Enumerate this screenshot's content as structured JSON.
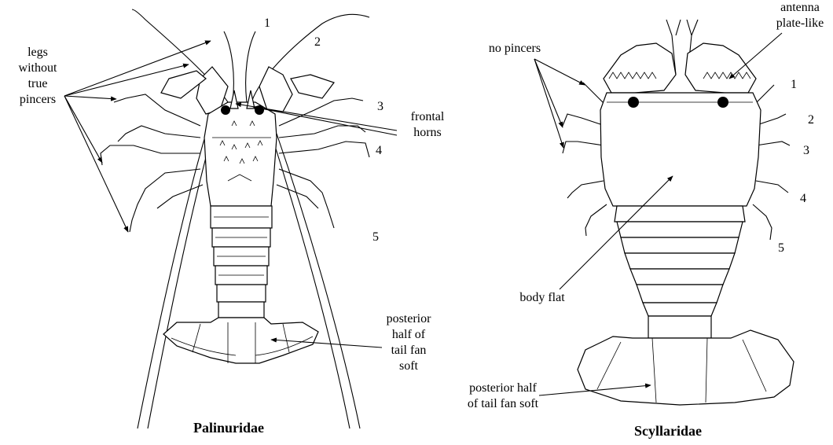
{
  "figures": [
    {
      "caption": "Palinuridae",
      "legs_label": [
        "legs",
        "without",
        "true",
        "pincers"
      ],
      "frontal_label": [
        "frontal",
        "horns"
      ],
      "tail_label": [
        "posterior",
        "half of",
        "tail fan",
        "soft"
      ],
      "leg_numbers": [
        "1",
        "2",
        "3",
        "4",
        "5"
      ]
    },
    {
      "caption": "Scyllaridae",
      "pincers_label": "no pincers",
      "antenna_label": [
        "antenna",
        "plate-like"
      ],
      "body_label": "body flat",
      "tail_label": [
        "posterior half",
        "of tail fan soft"
      ],
      "leg_numbers": [
        "1",
        "2",
        "3",
        "4",
        "5"
      ]
    }
  ]
}
